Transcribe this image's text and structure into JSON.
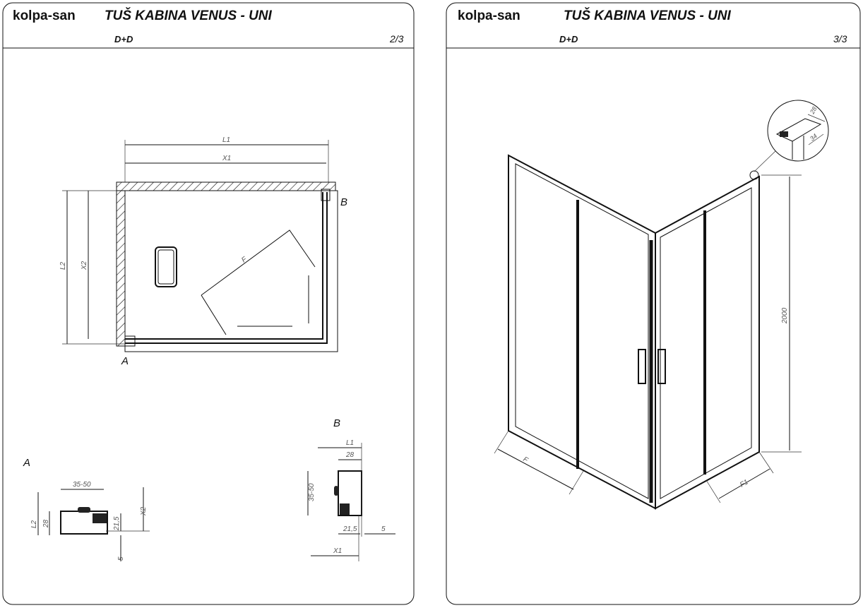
{
  "pages": [
    {
      "logo": "kolpa-san",
      "title": "TUŠ KABINA VENUS - UNI",
      "subtitle": "D+D",
      "page_number": "2/3",
      "plan_labels": {
        "L1": "L1",
        "X1": "X1",
        "L2": "L2",
        "X2": "X2",
        "F": "F",
        "A": "A",
        "B": "B"
      },
      "detail_a": {
        "title": "A",
        "dims": [
          "35-50",
          "28",
          "L2",
          "21,5",
          "X2",
          "5"
        ]
      },
      "detail_b": {
        "title": "B",
        "dims": [
          "L1",
          "28",
          "35-50",
          "21,5",
          "5",
          "X1"
        ]
      }
    },
    {
      "logo": "kolpa-san",
      "title": "TUŠ KABINA VENUS - UNI",
      "subtitle": "D+D",
      "page_number": "3/3",
      "dims": {
        "height": "2000",
        "F": "F",
        "F1": "F1",
        "profile_w": "28",
        "profile_d": "34"
      }
    }
  ]
}
